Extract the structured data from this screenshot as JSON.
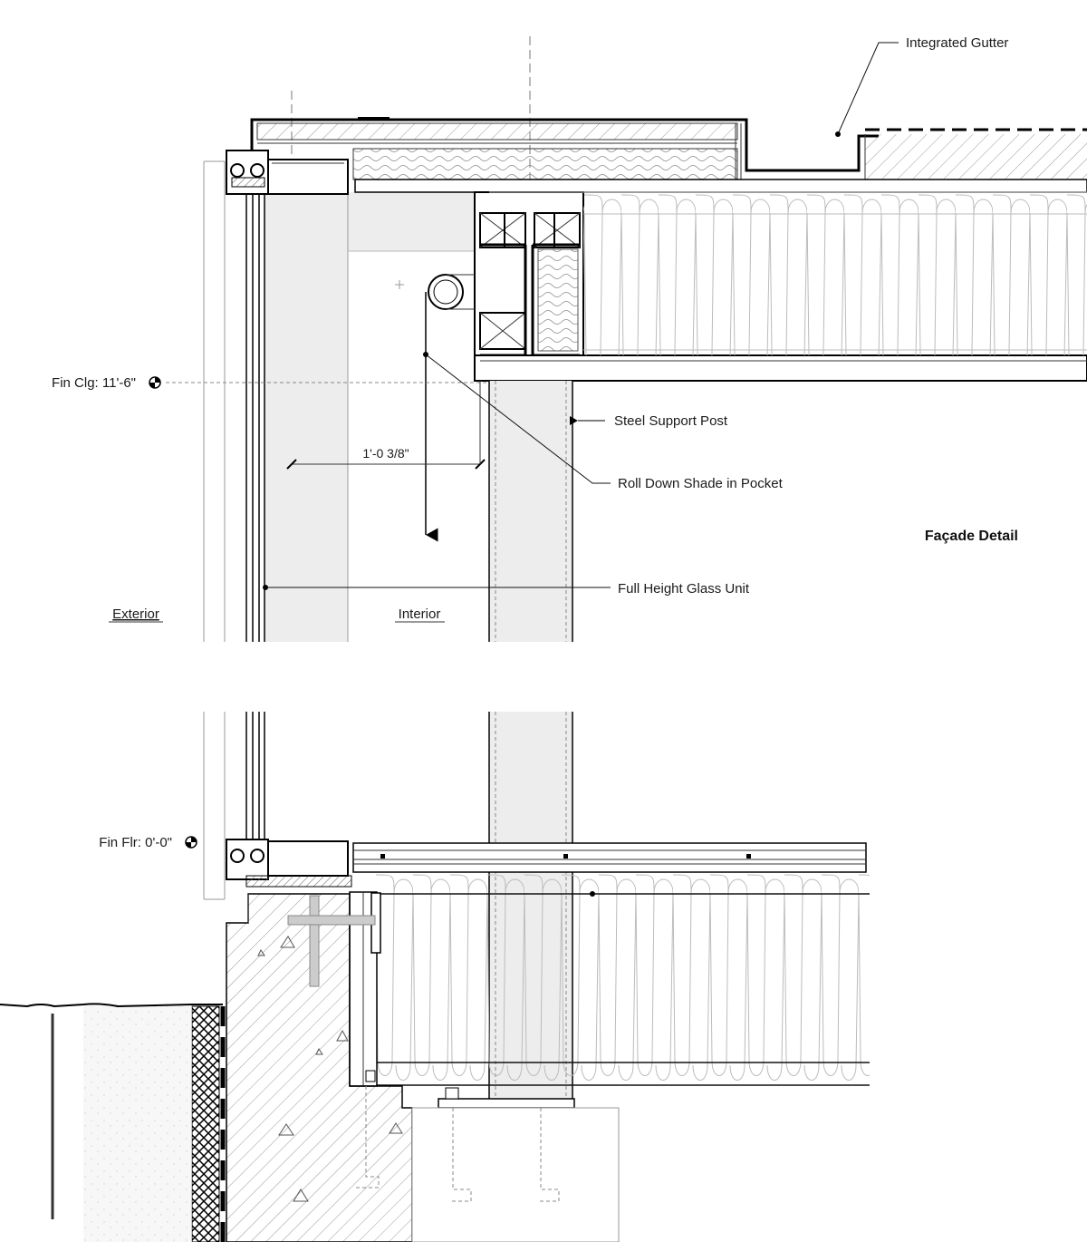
{
  "title": "Façade Detail",
  "callouts": {
    "integrated_gutter": "Integrated Gutter",
    "steel_support_post": "Steel Support Post",
    "roll_down_shade": "Roll Down Shade in Pocket",
    "full_height_glass": "Full Height Glass Unit"
  },
  "levels": {
    "fin_clg": "Fin Clg: 11'-6\"",
    "fin_flr": "Fin Flr: 0'-0\""
  },
  "dimensions": {
    "shade_offset": "1'-0 3/8\""
  },
  "zones": {
    "exterior": "Exterior",
    "interior": "Interior"
  }
}
